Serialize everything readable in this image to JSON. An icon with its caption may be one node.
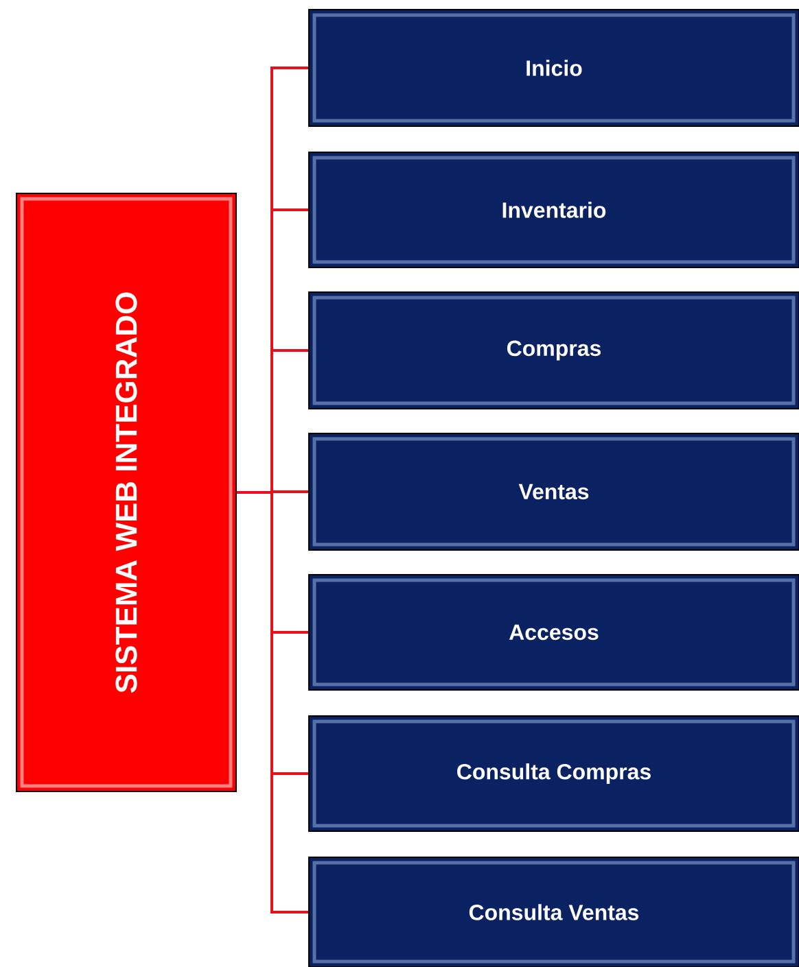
{
  "diagram": {
    "nodes": [
      {
        "text": [
          "SISTEMA WEB INTEGRADO"
        ]
      },
      {
        "text": [
          "Inicio"
        ]
      },
      {
        "text": [
          "Inventario"
        ]
      },
      {
        "text": [
          "Compras"
        ]
      },
      {
        "text": [
          "Ventas"
        ]
      },
      {
        "text": [
          "Accesos"
        ]
      },
      {
        "text": [
          "Consulta Compras"
        ]
      },
      {
        "text": [
          "Consulta Ventas"
        ]
      }
    ],
    "edges": [
      {
        "from": 0,
        "to": 1,
        "arrow": "none"
      },
      {
        "from": 0,
        "to": 2,
        "arrow": "none"
      },
      {
        "from": 0,
        "to": 3,
        "arrow": "none"
      },
      {
        "from": 0,
        "to": 4,
        "arrow": "none"
      },
      {
        "from": 0,
        "to": 5,
        "arrow": "none"
      },
      {
        "from": 0,
        "to": 6,
        "arrow": "none"
      },
      {
        "from": 0,
        "to": 7,
        "arrow": "none"
      }
    ]
  }
}
